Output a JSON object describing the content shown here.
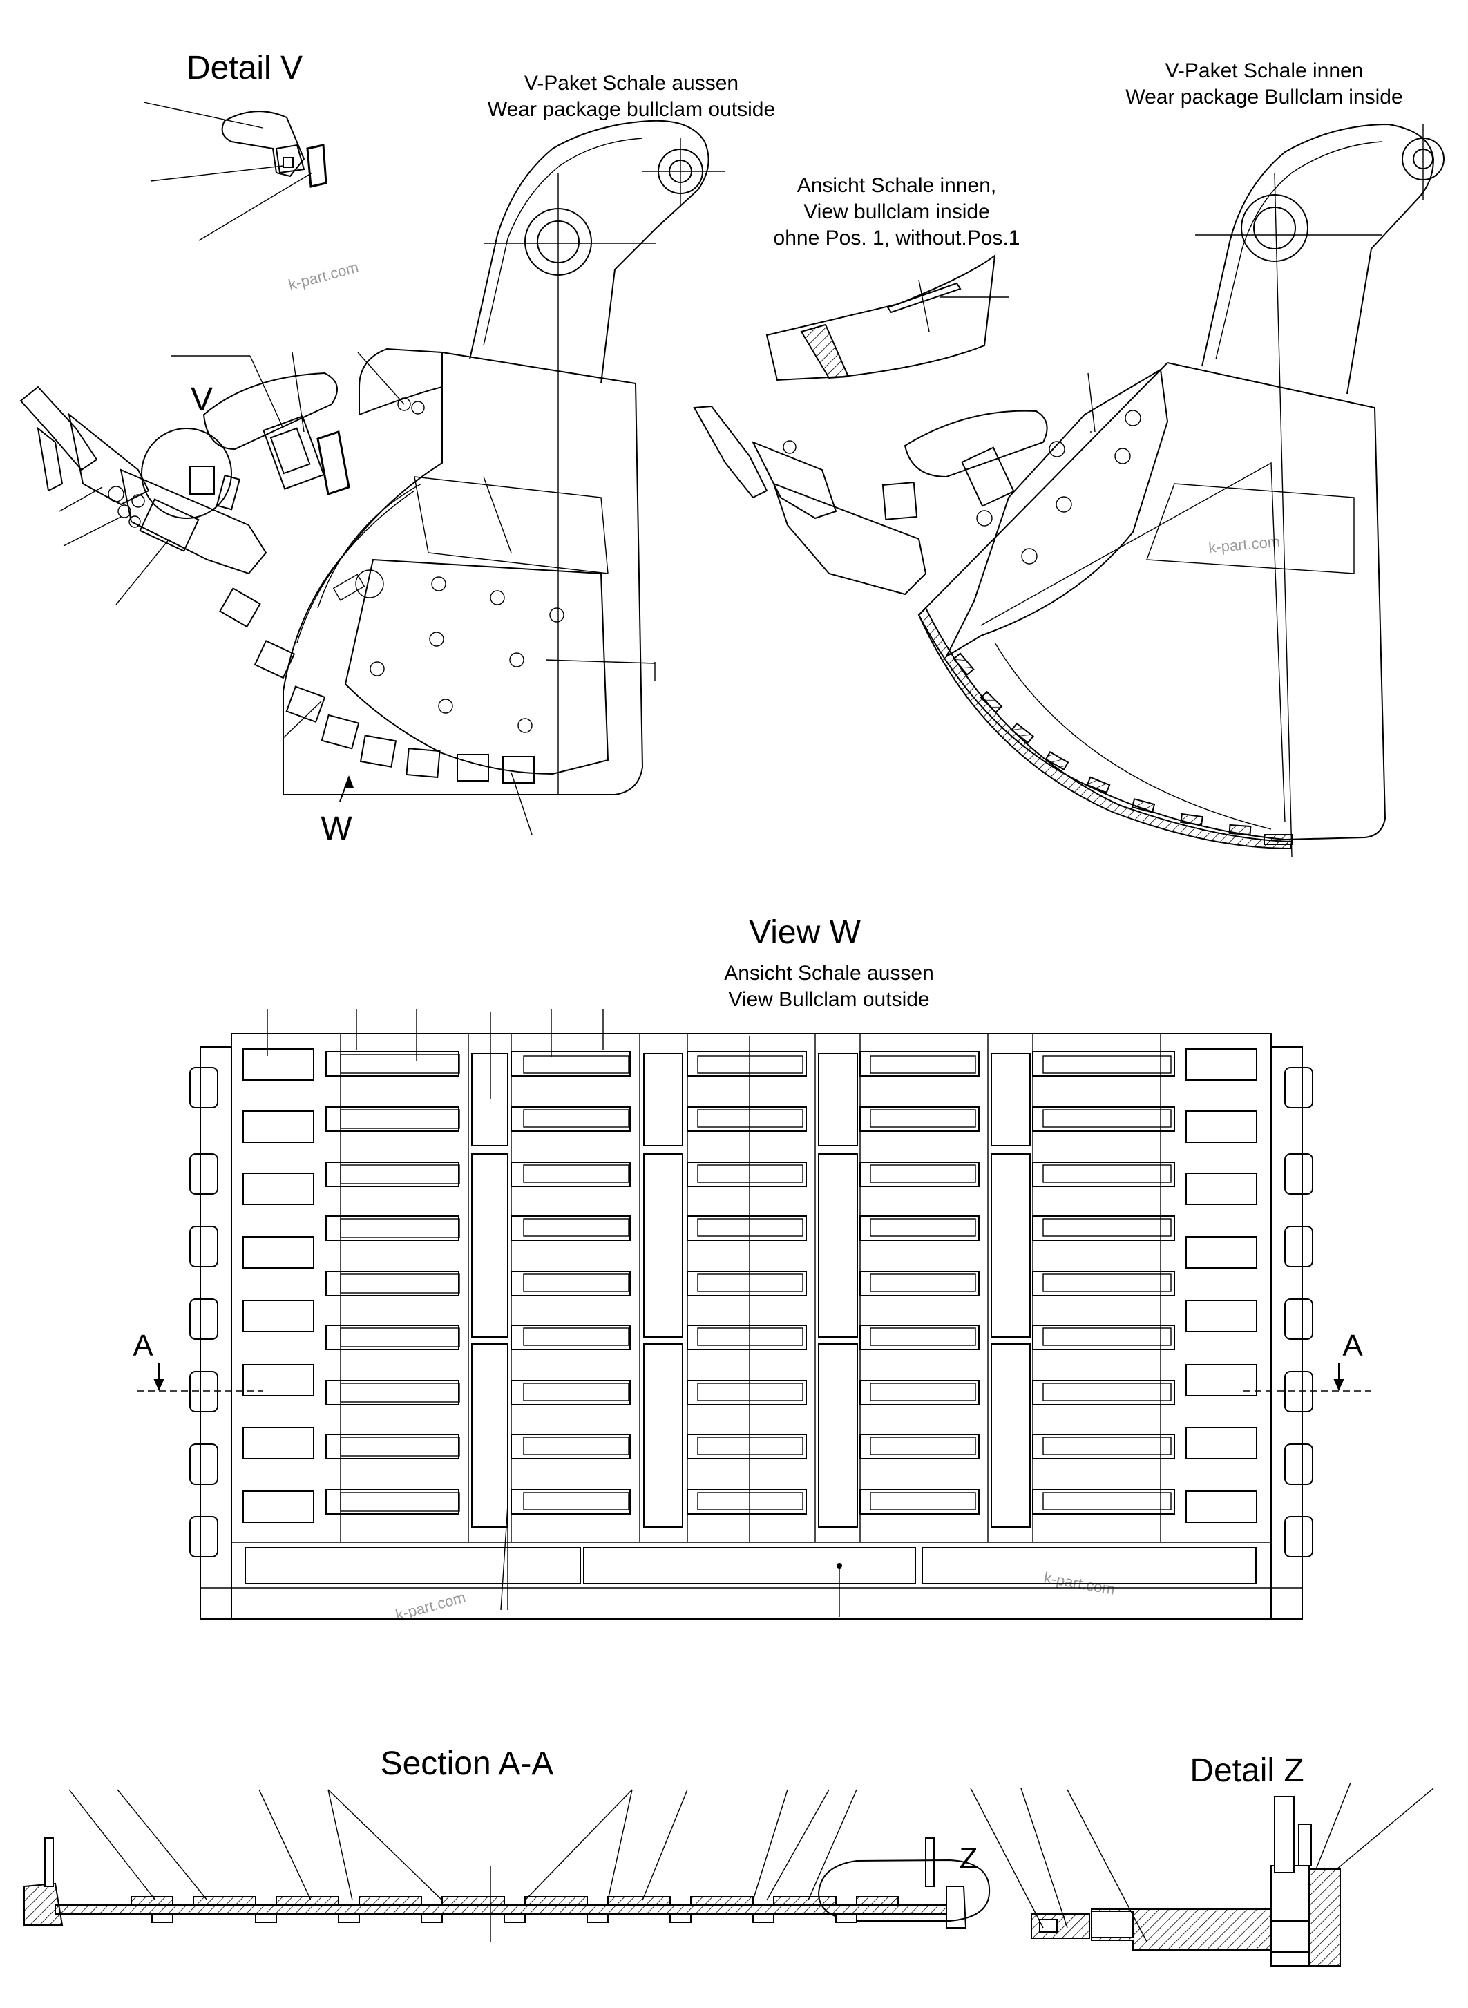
{
  "titles": {
    "detail_v": "Detail V",
    "wear_outside_de": "V-Paket Schale aussen",
    "wear_outside_en": "Wear package bullclam outside",
    "wear_inside_de": "V-Paket Schale innen",
    "wear_inside_en": "Wear package Bullclam inside",
    "view_inside_1": "Ansicht Schale innen,",
    "view_inside_2": "View bullclam inside",
    "view_inside_3": "ohne Pos. 1, without.Pos.1",
    "view_w": "View W",
    "view_w_de": "Ansicht Schale aussen",
    "view_w_en": "View Bullclam outside",
    "section_aa": "Section A-A",
    "detail_z": "Detail Z"
  },
  "labels": {
    "v": "V",
    "w": "W",
    "a_left": "A",
    "a_right": "A",
    "z": "Z"
  },
  "watermarks": [
    "k-part.com",
    "k-part.com",
    "k-part.com",
    "k-part.com"
  ]
}
